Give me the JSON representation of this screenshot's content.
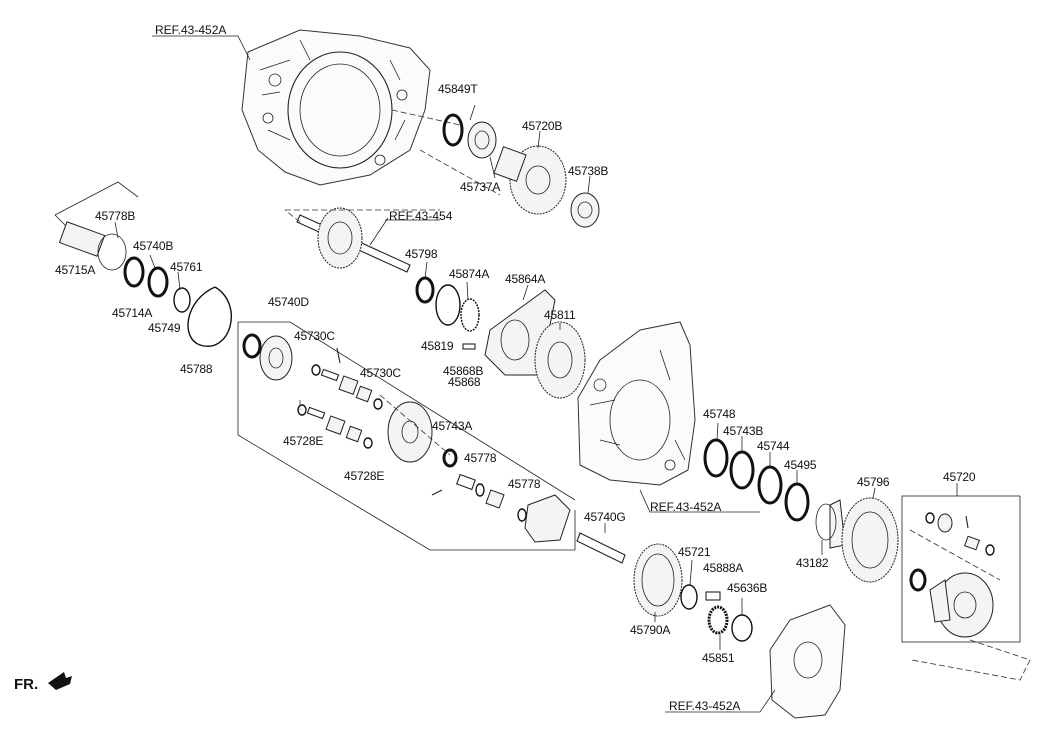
{
  "diagram": {
    "orientation_label": "FR.",
    "references": {
      "ref_top": "REF.43-452A",
      "ref_shaft": "REF.43-454",
      "ref_mid": "REF.43-452A",
      "ref_bottom": "REF.43-452A"
    },
    "parts": {
      "p45849T": "45849T",
      "p45720B": "45720B",
      "p45737A": "45737A",
      "p45738B": "45738B",
      "p45778B": "45778B",
      "p45740B": "45740B",
      "p45715A": "45715A",
      "p45761": "45761",
      "p45714A": "45714A",
      "p45749": "45749",
      "p45788": "45788",
      "p45798": "45798",
      "p45874A": "45874A",
      "p45864A": "45864A",
      "p45819": "45819",
      "p45811": "45811",
      "p45868B": "45868B",
      "p45868": "45868",
      "p45740D": "45740D",
      "p45730C_1": "45730C",
      "p45730C_2": "45730C",
      "p45743A": "45743A",
      "p45728E_1": "45728E",
      "p45728E_2": "45728E",
      "p45778_1": "45778",
      "p45778_2": "45778",
      "p45748": "45748",
      "p45743B": "45743B",
      "p45744": "45744",
      "p45495": "45495",
      "p45796": "45796",
      "p45720": "45720",
      "p43182": "43182",
      "p45740G": "45740G",
      "p45721": "45721",
      "p45888A": "45888A",
      "p45636B": "45636B",
      "p45790A": "45790A",
      "p45851": "45851"
    }
  }
}
